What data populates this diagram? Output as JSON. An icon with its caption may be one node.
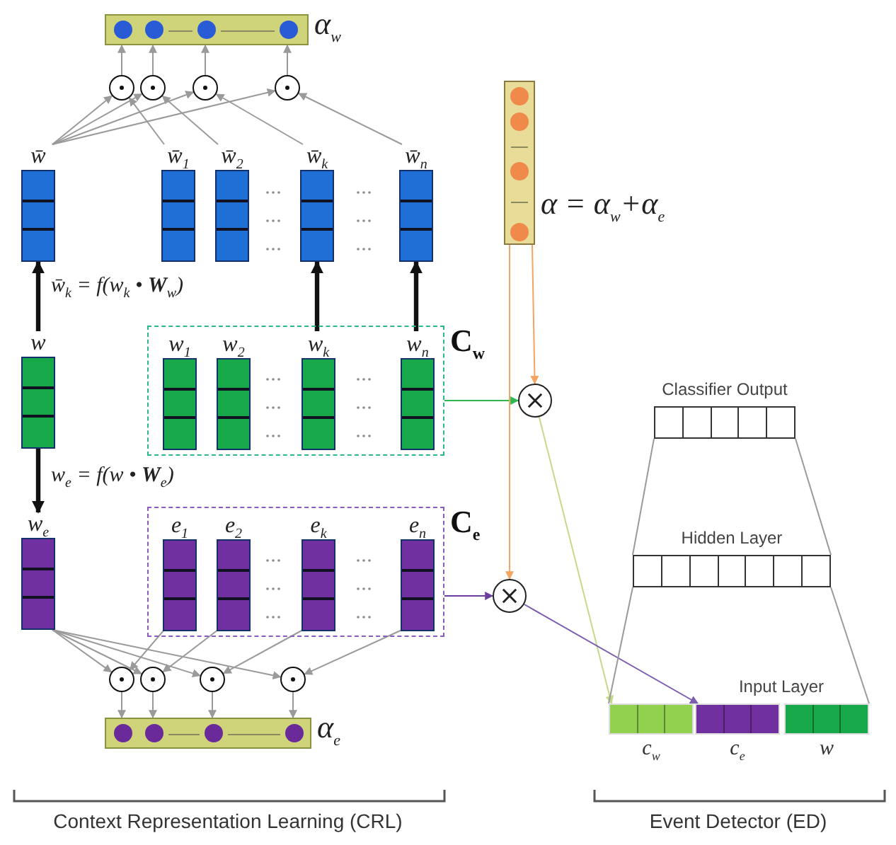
{
  "diagram": {
    "nodes": [
      {
        "text": [],
        "shape": "bar",
        "beside": [
          "α$_{w}$"
        ]
      },
      {
        "text": [],
        "shape": "circle"
      },
      {
        "text": [],
        "shape": "circle"
      },
      {
        "text": [],
        "shape": "circle"
      },
      {
        "text": [],
        "shape": "circle"
      },
      {
        "text": [
          "w̄"
        ]
      },
      {
        "text": [
          "w̄$_{1}$"
        ]
      },
      {
        "text": [
          "w̄$_{2}$"
        ]
      },
      {
        "text": [
          "w̄$_{k}$"
        ]
      },
      {
        "text": [
          "w̄$_{n}$"
        ]
      },
      {
        "text": [
          "w"
        ]
      },
      {
        "text": [
          "C$_{w}$"
        ]
      },
      {
        "text": [
          "w$_{1}$"
        ],
        "in": 11
      },
      {
        "text": [
          "w$_{2}$"
        ],
        "in": 11
      },
      {
        "text": [
          "w$_{k}$"
        ],
        "in": 11
      },
      {
        "text": [
          "w$_{n}$"
        ],
        "in": 11
      },
      {
        "text": [
          "w$_{e}$"
        ]
      },
      {
        "text": [
          "C$_{e}$"
        ]
      },
      {
        "text": [
          "e$_{1}$"
        ],
        "in": 17
      },
      {
        "text": [
          "e$_{2}$"
        ],
        "in": 17
      },
      {
        "text": [
          "e$_{k}$"
        ],
        "in": 17
      },
      {
        "text": [
          "e$_{n}$"
        ],
        "in": 17
      },
      {
        "text": [],
        "shape": "circle"
      },
      {
        "text": [],
        "shape": "circle"
      },
      {
        "text": [],
        "shape": "circle"
      },
      {
        "text": [],
        "shape": "circle"
      },
      {
        "text": [],
        "shape": "bar",
        "beside": [
          "α$_{e}$"
        ]
      },
      {
        "text": [],
        "shape": "bar",
        "beside": [
          "α = α$_{w}$+α$_{e}$"
        ]
      },
      {
        "text": [],
        "shape": "circle"
      },
      {
        "text": [],
        "shape": "circle"
      },
      {
        "text": [
          "Classifier Output"
        ]
      },
      {
        "text": [
          "Hidden Layer"
        ]
      },
      {
        "text": [
          "Input Layer"
        ]
      },
      {
        "text": [
          "c$_{w}$"
        ],
        "in": 32
      },
      {
        "text": [
          "c$_{e}$"
        ],
        "in": 32
      },
      {
        "text": [
          "w"
        ],
        "in": 32
      }
    ],
    "edges": [
      {
        "from": 1,
        "to": 0,
        "arrow": "to"
      },
      {
        "from": 2,
        "to": 0,
        "arrow": "to"
      },
      {
        "from": 3,
        "to": 0,
        "arrow": "to"
      },
      {
        "from": 4,
        "to": 0,
        "arrow": "to"
      },
      {
        "from": 5,
        "to": 1,
        "arrow": "to"
      },
      {
        "from": 6,
        "to": 1,
        "arrow": "to"
      },
      {
        "from": 5,
        "to": 2,
        "arrow": "to"
      },
      {
        "from": 7,
        "to": 2,
        "arrow": "to"
      },
      {
        "from": 5,
        "to": 3,
        "arrow": "to"
      },
      {
        "from": 8,
        "to": 3,
        "arrow": "to"
      },
      {
        "from": 5,
        "to": 4,
        "arrow": "to"
      },
      {
        "from": 9,
        "to": 4,
        "arrow": "to"
      },
      {
        "from": 10,
        "to": 5,
        "arrow": "to",
        "style": "thick",
        "color": "#111111",
        "label": "w̄$_{k}$ = f(w$_{k}$ • **W**$_{w}$)"
      },
      {
        "from": 14,
        "to": 8,
        "arrow": "to",
        "style": "thick",
        "color": "#111111"
      },
      {
        "from": 15,
        "to": 9,
        "arrow": "to",
        "style": "thick",
        "color": "#111111"
      },
      {
        "from": 10,
        "to": 16,
        "arrow": "to",
        "style": "thick",
        "color": "#111111",
        "label": "w$_{e}$ = f(w • **W**$_{e}$)"
      },
      {
        "from": 11,
        "to": 28,
        "arrow": "to",
        "color": "#2eb84e"
      },
      {
        "from": 17,
        "to": 29,
        "arrow": "to",
        "color": "#6b3fa0"
      },
      {
        "from": 27,
        "to": 28,
        "arrow": "to",
        "color": "#f4a460"
      },
      {
        "from": 27,
        "to": 29,
        "arrow": "to",
        "color": "#f4a460"
      },
      {
        "from": 28,
        "to": 33,
        "arrow": "to",
        "color": "#c5d98a"
      },
      {
        "from": 29,
        "to": 34,
        "arrow": "to",
        "color": "#7b5cb0"
      },
      {
        "from": 16,
        "to": 22,
        "arrow": "to"
      },
      {
        "from": 18,
        "to": 22,
        "arrow": "to"
      },
      {
        "from": 16,
        "to": 23,
        "arrow": "to"
      },
      {
        "from": 19,
        "to": 23,
        "arrow": "to"
      },
      {
        "from": 16,
        "to": 24,
        "arrow": "to"
      },
      {
        "from": 20,
        "to": 24,
        "arrow": "to"
      },
      {
        "from": 16,
        "to": 25,
        "arrow": "to"
      },
      {
        "from": 21,
        "to": 25,
        "arrow": "to"
      },
      {
        "from": 22,
        "to": 26,
        "arrow": "to"
      },
      {
        "from": 23,
        "to": 26,
        "arrow": "to"
      },
      {
        "from": 24,
        "to": 26,
        "arrow": "to"
      },
      {
        "from": 25,
        "to": 26,
        "arrow": "to"
      },
      {
        "from": 32,
        "to": 31,
        "arrow": "none"
      },
      {
        "from": 32,
        "to": 31,
        "arrow": "none"
      },
      {
        "from": 31,
        "to": 30,
        "arrow": "none"
      },
      {
        "from": 31,
        "to": 30,
        "arrow": "none"
      }
    ],
    "labels": [
      "Context Representation Learning (CRL)",
      "Event Detector (ED)"
    ]
  }
}
